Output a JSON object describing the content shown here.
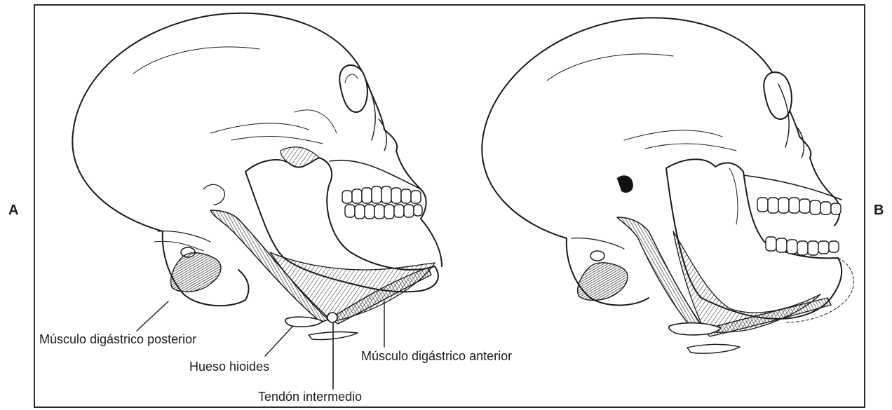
{
  "figure": {
    "panels": [
      {
        "id": "A",
        "letter": "A"
      },
      {
        "id": "B",
        "letter": "B"
      }
    ],
    "labels": {
      "posterior_digastric": "Músculo digástrico posterior",
      "hyoid_bone": "Hueso hioides",
      "anterior_digastric": "Músculo digástrico anterior",
      "intermediate_tendon": "Tendón intermedio"
    },
    "colors": {
      "ink": "#1a1a1a",
      "paper": "#ffffff",
      "frame": "#2b2b2b",
      "muscle_shade": "#555555"
    }
  }
}
